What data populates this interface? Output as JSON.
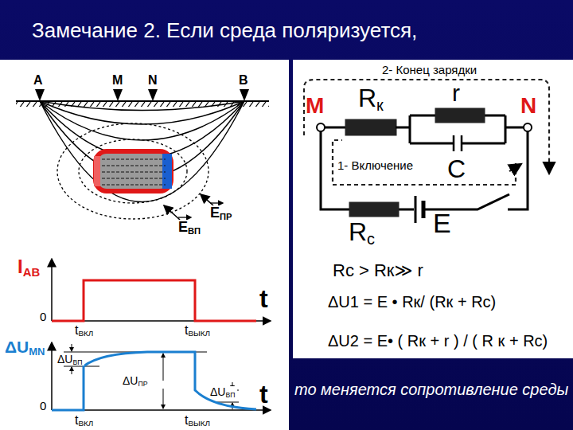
{
  "diagram": {
    "title": "Замечание 2.  Если   среда   поляризуется,",
    "caption": "то меняется сопротивление среды",
    "labels": [
      "A",
      "M",
      "N",
      "B",
      "EВП",
      "EПР",
      "IAB",
      "0",
      "t",
      "tВКЛ",
      "tВЫКЛ",
      "ΔUMN",
      "ΔUВП",
      "ΔUПР",
      "ΔUВП",
      "0",
      "tВКЛ",
      "tВЫКЛ",
      "t",
      "2- Конец    зарядки",
      "M",
      "N",
      "Rк",
      "r",
      "1- Включение",
      "C",
      "Rс",
      "E",
      "Rс > Rк≫ r",
      "ΔU1 = E • Rк/ (Rк + Rс)",
      "ΔU2 = E• ( Rк + r ) / ( R к + Rс)"
    ]
  }
}
